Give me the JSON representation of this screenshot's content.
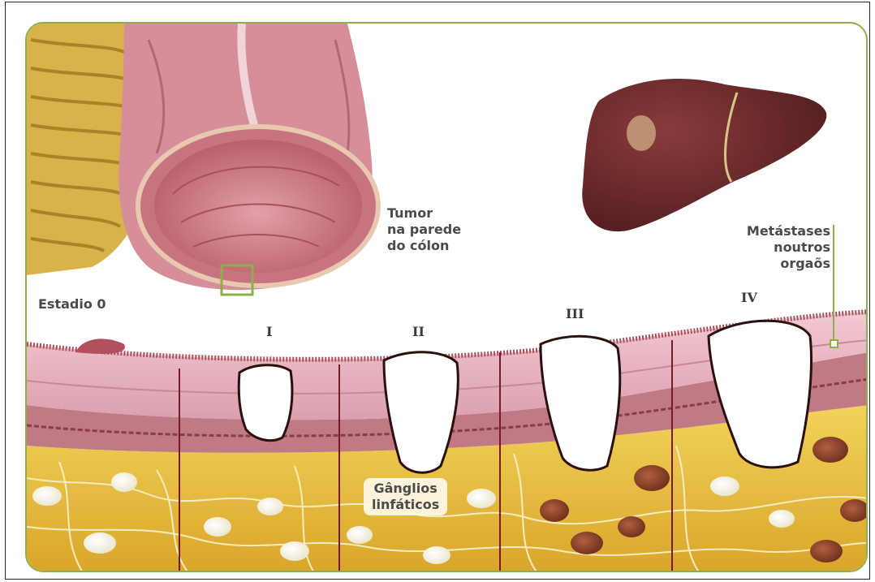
{
  "labels": {
    "tumor": [
      "Tumor",
      "na parede",
      "do cólon"
    ],
    "metastases": [
      "Metástases",
      "noutros",
      "orgaõs"
    ],
    "lymph": [
      "Gânglios",
      "linfáticos"
    ],
    "stage0": "Estadio 0"
  },
  "stages": [
    "I",
    "II",
    "III",
    "IV"
  ],
  "colors": {
    "frame": "#8cb04a",
    "colon": "#c87a86",
    "tissue": "#e9b5c2",
    "fat": "#e8c23a",
    "liver": "#6e2a2c",
    "tumor_fill": "#ffffff",
    "divider": "#7a1a28"
  }
}
